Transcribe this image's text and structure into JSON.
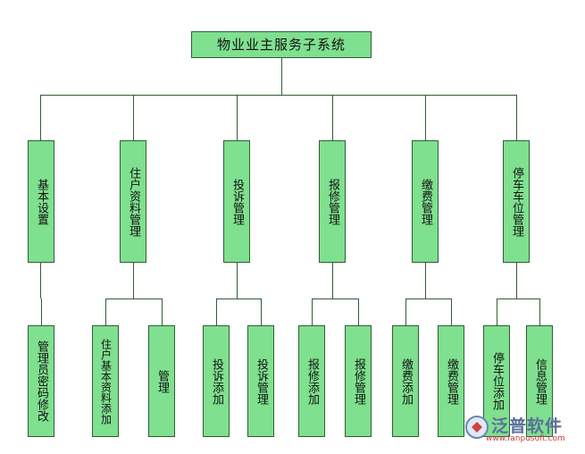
{
  "root": {
    "label": "物业业主服务子系统"
  },
  "modules": [
    {
      "label": "基本设置",
      "children": [
        "管理员密码修改"
      ]
    },
    {
      "label": "住户资料管理",
      "children": [
        "住户基本资料添加",
        "管理"
      ]
    },
    {
      "label": "投诉管理",
      "children": [
        "投诉添加",
        "投诉管理"
      ]
    },
    {
      "label": "报修管理",
      "children": [
        "报修添加",
        "报修管理"
      ]
    },
    {
      "label": "缴费管理",
      "children": [
        "缴费添加",
        "缴费管理"
      ]
    },
    {
      "label": "停车车位管理",
      "children": [
        "停车位添加",
        "信息管理"
      ]
    }
  ],
  "watermark": {
    "brand": "泛普软件",
    "url": "www.fanpusoft.com"
  }
}
